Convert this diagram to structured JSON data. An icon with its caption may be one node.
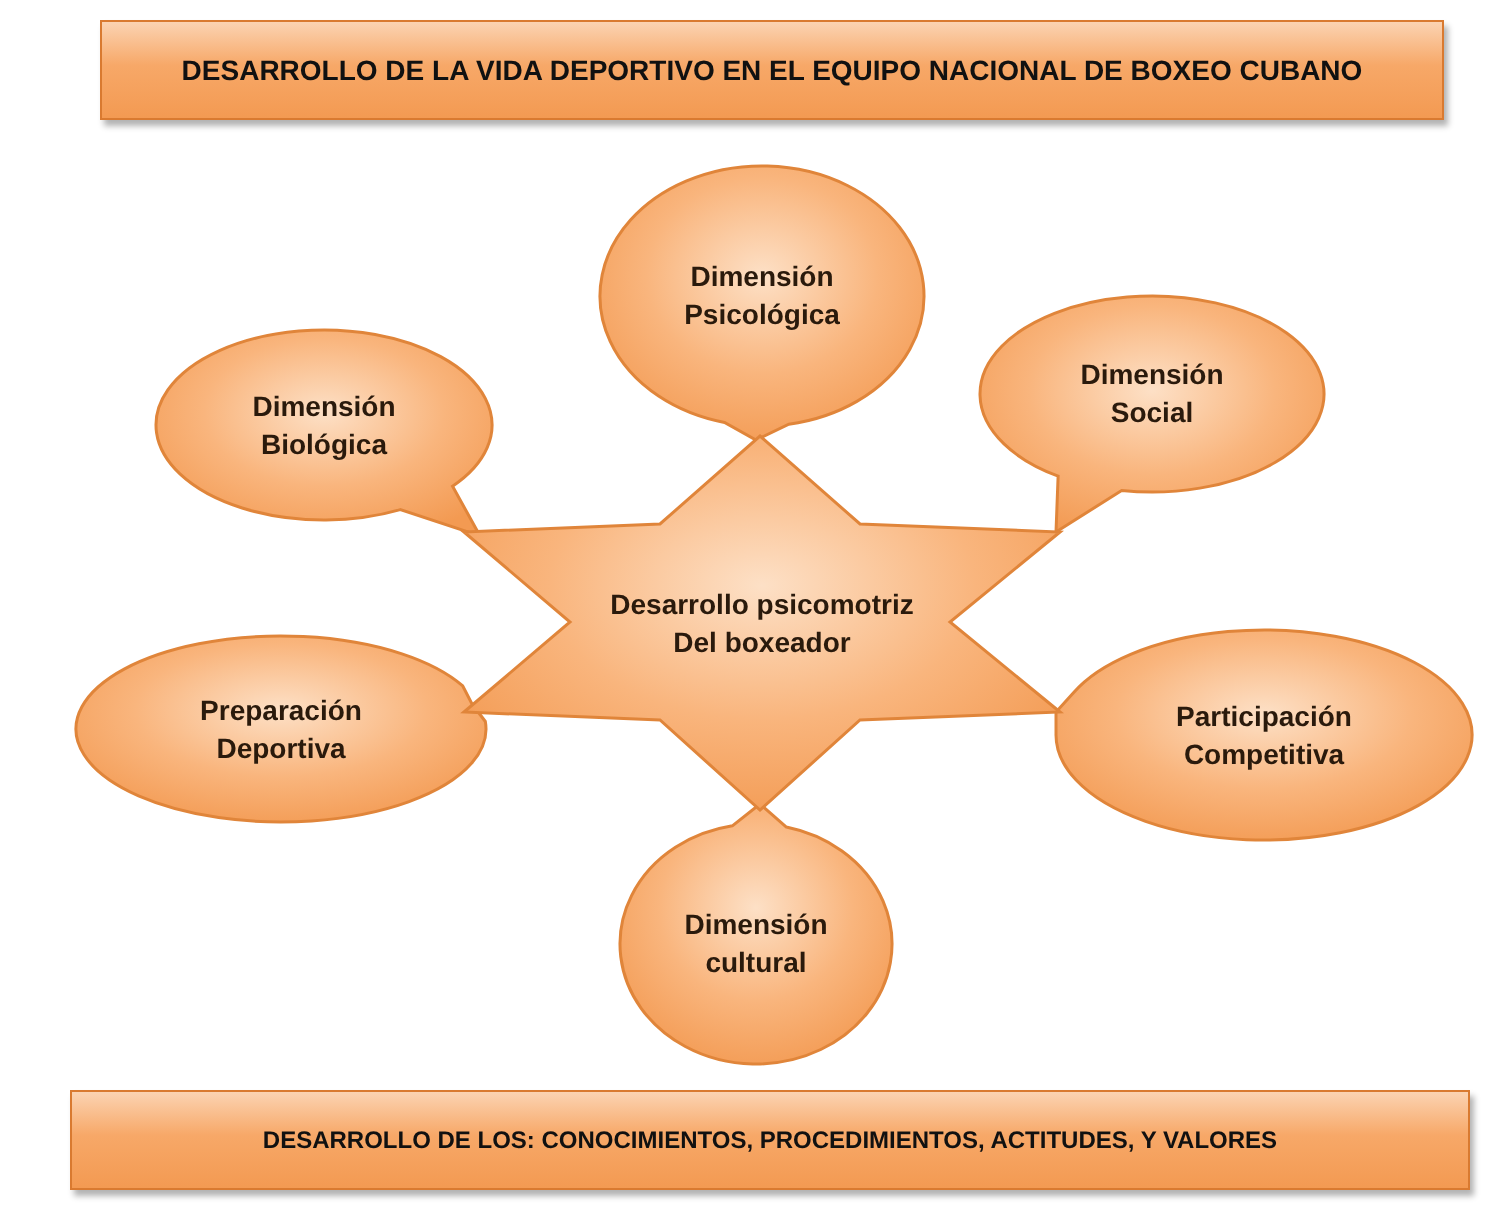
{
  "diagram": {
    "nodes": [
      {
        "text": [
          "DESARROLLO DE LA VIDA DEPORTIVO EN EL EQUIPO NACIONAL DE BOXEO CUBANO"
        ]
      },
      {
        "text": [
          "Dimensión Psicológica"
        ]
      },
      {
        "text": [
          "Dimensión Biológica"
        ]
      },
      {
        "text": [
          "Dimensión Social"
        ]
      },
      {
        "text": [
          "Desarrollo psicomotriz Del boxeador"
        ]
      },
      {
        "text": [
          "Preparación Deportiva"
        ]
      },
      {
        "text": [
          "Participación Competitiva"
        ]
      },
      {
        "text": [
          "Dimensión cultural"
        ]
      },
      {
        "text": [
          "DESARROLLO DE LOS: CONOCIMIENTOS, PROCEDIMIENTOS, ACTITUDES, Y VALORES"
        ]
      }
    ]
  }
}
